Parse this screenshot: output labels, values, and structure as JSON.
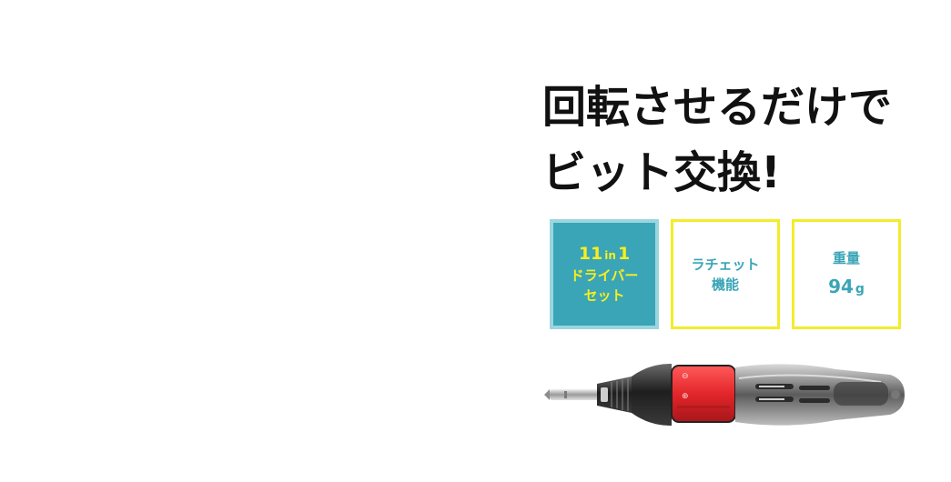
{
  "headline": {
    "line1": "回転させるだけで",
    "line2": "ビット交換!"
  },
  "badges": {
    "driver_set": {
      "count_a": "11",
      "in": "in",
      "count_b": "1",
      "line2": "ドライバー",
      "line3": "セット"
    },
    "ratchet": {
      "line1": "ラチェット",
      "line2": "機能"
    },
    "weight": {
      "label": "重量",
      "value": "94",
      "unit": "g"
    }
  },
  "product": {
    "mark_plus": "⊕",
    "mark_minus": "⊖"
  },
  "colors": {
    "accent_teal": "#3aa5b7",
    "accent_yellow": "#f2ec2a",
    "handle_red": "#e3262a"
  }
}
